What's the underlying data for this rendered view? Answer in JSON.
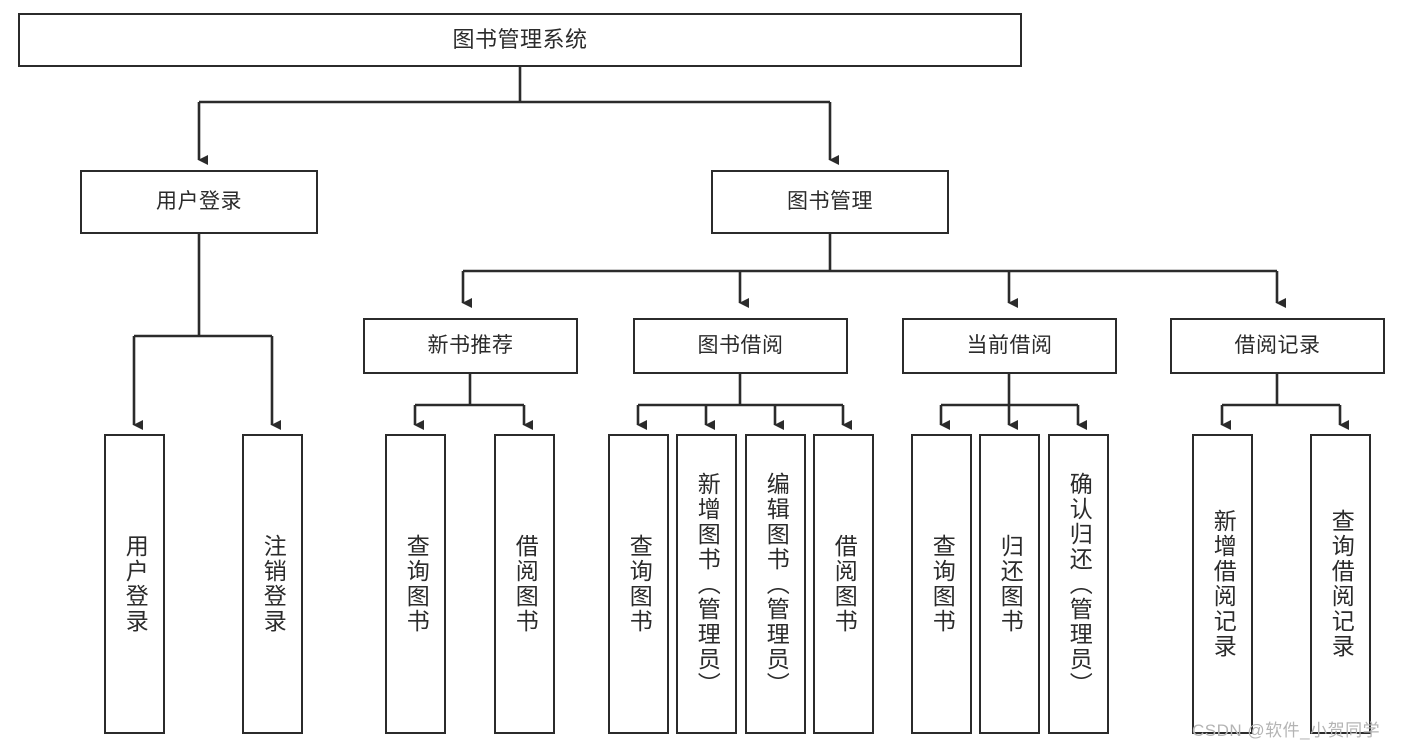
{
  "diagram": {
    "title": "图书管理系统",
    "type": "hierarchy-tree",
    "root": {
      "id": "root",
      "label": "图书管理系统",
      "orientation": "horizontal"
    },
    "level2": [
      {
        "id": "user-login",
        "label": "用户登录",
        "orientation": "horizontal"
      },
      {
        "id": "book-manage",
        "label": "图书管理",
        "orientation": "horizontal"
      }
    ],
    "level3": [
      {
        "id": "new-book-recommend",
        "label": "新书推荐",
        "orientation": "horizontal",
        "parent": "book-manage"
      },
      {
        "id": "book-borrow",
        "label": "图书借阅",
        "orientation": "horizontal",
        "parent": "book-manage"
      },
      {
        "id": "current-borrow",
        "label": "当前借阅",
        "orientation": "horizontal",
        "parent": "book-manage"
      },
      {
        "id": "borrow-record",
        "label": "借阅记录",
        "orientation": "horizontal",
        "parent": "book-manage"
      }
    ],
    "leaves": [
      {
        "id": "leaf-user-login",
        "label": "用户登录",
        "parent": "user-login"
      },
      {
        "id": "leaf-logout",
        "label": "注销登录",
        "parent": "user-login"
      },
      {
        "id": "leaf-query-book-1",
        "label": "查询图书",
        "parent": "new-book-recommend"
      },
      {
        "id": "leaf-borrow-book-1",
        "label": "借阅图书",
        "parent": "new-book-recommend"
      },
      {
        "id": "leaf-query-book-2",
        "label": "查询图书",
        "parent": "book-borrow"
      },
      {
        "id": "leaf-add-book",
        "label": "新增图书（管理员）",
        "parent": "book-borrow"
      },
      {
        "id": "leaf-edit-book",
        "label": "编辑图书（管理员）",
        "parent": "book-borrow"
      },
      {
        "id": "leaf-borrow-book-2",
        "label": "借阅图书",
        "parent": "book-borrow"
      },
      {
        "id": "leaf-query-book-3",
        "label": "查询图书",
        "parent": "current-borrow"
      },
      {
        "id": "leaf-return-book",
        "label": "归还图书",
        "parent": "current-borrow"
      },
      {
        "id": "leaf-confirm-return",
        "label": "确认归还（管理员）",
        "parent": "current-borrow"
      },
      {
        "id": "leaf-add-record",
        "label": "新增借阅记录",
        "parent": "borrow-record"
      },
      {
        "id": "leaf-query-record",
        "label": "查询借阅记录",
        "parent": "borrow-record"
      }
    ]
  },
  "watermark": {
    "text": "CSDN @软件_小贺同学"
  },
  "colors": {
    "stroke": "#2b2b2b",
    "fill": "#ffffff",
    "text": "#2b2b2b",
    "watermark": "#b4b4b4"
  }
}
